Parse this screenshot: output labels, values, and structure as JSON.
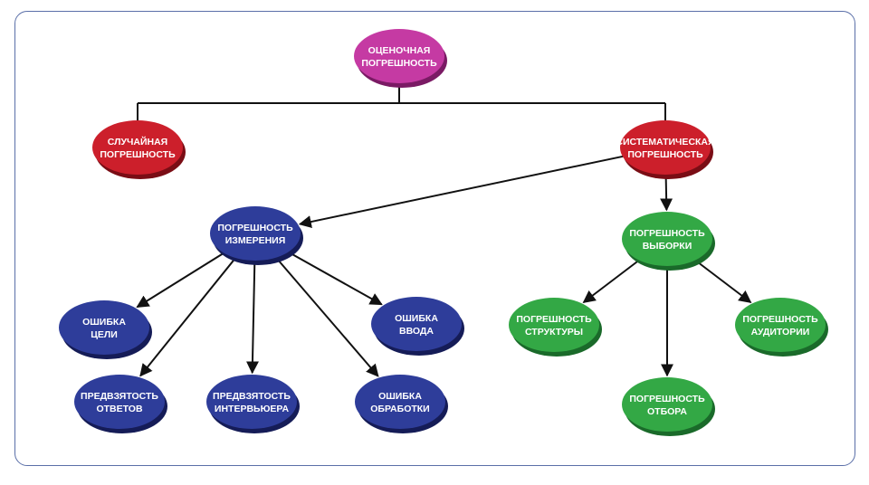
{
  "colors": {
    "magenta": "#c53aa3",
    "magenta_dark": "#7a1a64",
    "red": "#cc1f2b",
    "red_dark": "#7a0d15",
    "blue": "#2e3d9a",
    "blue_dark": "#151c57",
    "green": "#33a845",
    "green_dark": "#1a6a2a",
    "line": "#111111",
    "frame": "#5a6fa8"
  },
  "nodes": [
    {
      "id": "root",
      "lines": [
        "ОЦЕНОЧНАЯ",
        "ПОГРЕШНОСТЬ"
      ],
      "color": "magenta"
    },
    {
      "id": "random",
      "lines": [
        "СЛУЧАЙНАЯ",
        "ПОГРЕШНОСТЬ"
      ],
      "color": "red"
    },
    {
      "id": "systematic",
      "lines": [
        "СИСТЕМАТИЧЕСКАЯ",
        "ПОГРЕШНОСТЬ"
      ],
      "color": "red"
    },
    {
      "id": "measurement",
      "lines": [
        "ПОГРЕШНОСТЬ",
        "ИЗМЕРЕНИЯ"
      ],
      "color": "blue"
    },
    {
      "id": "sampling",
      "lines": [
        "ПОГРЕШНОСТЬ",
        "ВЫБОРКИ"
      ],
      "color": "green"
    },
    {
      "id": "goal",
      "lines": [
        "ОШИБКА",
        "ЦЕЛИ"
      ],
      "color": "blue"
    },
    {
      "id": "input",
      "lines": [
        "ОШИБКА",
        "ВВОДА"
      ],
      "color": "blue"
    },
    {
      "id": "response",
      "lines": [
        "ПРЕДВЗЯТОСТЬ",
        "ОТВЕТОВ"
      ],
      "color": "blue"
    },
    {
      "id": "interviewer",
      "lines": [
        "ПРЕДВЗЯТОСТЬ",
        "ИНТЕРВЬЮЕРА"
      ],
      "color": "blue"
    },
    {
      "id": "processing",
      "lines": [
        "ОШИБКА",
        "ОБРАБОТКИ"
      ],
      "color": "blue"
    },
    {
      "id": "structure",
      "lines": [
        "ПОГРЕШНОСТЬ",
        "СТРУКТУРЫ"
      ],
      "color": "green"
    },
    {
      "id": "audience",
      "lines": [
        "ПОГРЕШНОСТЬ",
        "АУДИТОРИИ"
      ],
      "color": "green"
    },
    {
      "id": "selection",
      "lines": [
        "ПОГРЕШНОСТЬ",
        "ОТБОРА"
      ],
      "color": "green"
    }
  ],
  "edges": [
    {
      "from": "root",
      "to": "random",
      "style": "bracket"
    },
    {
      "from": "root",
      "to": "systematic",
      "style": "bracket"
    },
    {
      "from": "systematic",
      "to": "measurement",
      "style": "arrow"
    },
    {
      "from": "systematic",
      "to": "sampling",
      "style": "arrow"
    },
    {
      "from": "measurement",
      "to": "goal",
      "style": "arrow"
    },
    {
      "from": "measurement",
      "to": "input",
      "style": "arrow"
    },
    {
      "from": "measurement",
      "to": "response",
      "style": "arrow"
    },
    {
      "from": "measurement",
      "to": "interviewer",
      "style": "arrow"
    },
    {
      "from": "measurement",
      "to": "processing",
      "style": "arrow"
    },
    {
      "from": "sampling",
      "to": "structure",
      "style": "arrow"
    },
    {
      "from": "sampling",
      "to": "audience",
      "style": "arrow"
    },
    {
      "from": "sampling",
      "to": "selection",
      "style": "arrow"
    }
  ]
}
